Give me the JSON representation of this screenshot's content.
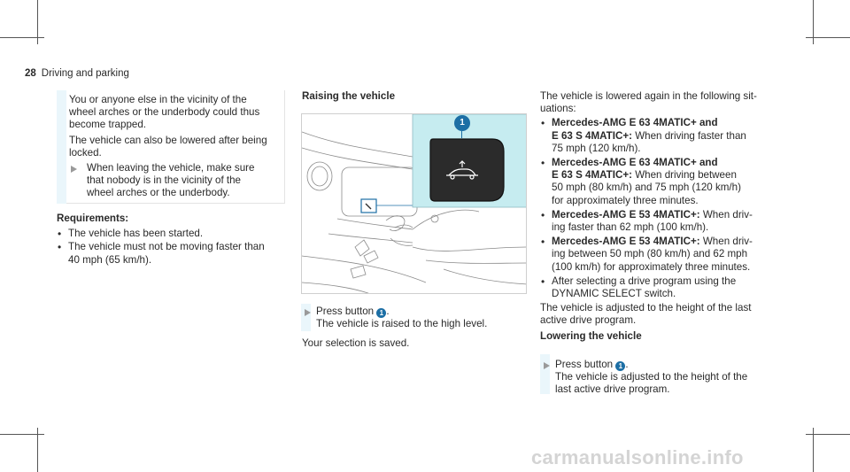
{
  "page": {
    "number": "28",
    "section": "Driving and parking"
  },
  "col1": {
    "note_line1": "You or anyone else in the vicinity of the",
    "note_line2": "wheel arches or the underbody could thus",
    "note_line3": "become trapped.",
    "note_line4": "The vehicle can also be lowered after being",
    "note_line5": "locked.",
    "step_line1": "When leaving the vehicle, make sure",
    "step_line2": "that nobody is in the vicinity of the",
    "step_line3": "wheel arches or the underbody.",
    "req_heading": "Requirements:",
    "req1": "The vehicle has been started.",
    "req2_line1": "The vehicle must not be moving faster than",
    "req2_line2": "40 mph (65 km/h)."
  },
  "col2": {
    "heading": "Raising the vehicle",
    "figure_callout": "1",
    "step_pre": "Press button",
    "step_callout": "1",
    "step_post": ".",
    "result": "The vehicle is raised to the high level.",
    "saved": "Your selection is saved."
  },
  "col3": {
    "intro_line1": "The vehicle is lowered again in the following sit-",
    "intro_line2": "uations:",
    "b1_bold_line1": "Mercedes-AMG E 63 4MATIC+ and",
    "b1_bold_line2": "E 63 S 4MATIC+:",
    "b1_text1": "When driving faster than",
    "b1_text2": "75 mph (120 km/h).",
    "b2_bold_line1": "Mercedes-AMG E 63 4MATIC+ and",
    "b2_bold_line2": "E 63 S 4MATIC+:",
    "b2_text1": "When driving between",
    "b2_text2": "50 mph (80 km/h) and 75 mph (120 km/h)",
    "b2_text3": "for approximately three minutes.",
    "b3_bold": "Mercedes-AMG E 53 4MATIC+:",
    "b3_text1": "When driv-",
    "b3_text2": "ing faster than 62 mph (100 km/h).",
    "b4_bold": "Mercedes-AMG E 53 4MATIC+:",
    "b4_text1": "When driv-",
    "b4_text2": "ing between 50 mph (80 km/h) and 62 mph",
    "b4_text3": "(100 km/h) for approximately three minutes.",
    "b5_text1": "After selecting a drive program using the",
    "b5_text2": "DYNAMIC SELECT switch.",
    "adj_line1": "The vehicle is adjusted to the height of the last",
    "adj_line2": "active drive program.",
    "lower_heading": "Lowering the vehicle",
    "step_pre": "Press button",
    "step_callout": "1",
    "step_post": ".",
    "step_result1": "The vehicle is adjusted to the height of the",
    "step_result2": "last active drive program."
  },
  "watermark": "carmanualsonline.info",
  "colors": {
    "note_bar": "#eaf6fb",
    "callout": "#1d6fa5",
    "inset_bg": "#c6ecf0"
  }
}
